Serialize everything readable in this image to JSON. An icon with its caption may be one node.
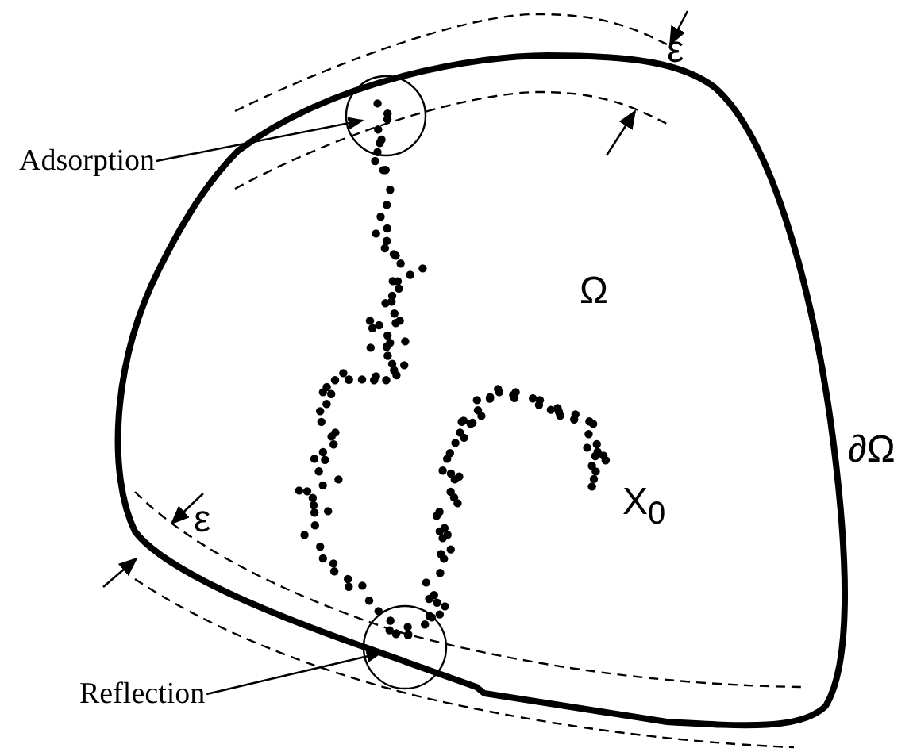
{
  "diagram": {
    "nodes": [
      {
        "text": [
          "Adsorption"
        ]
      },
      {
        "text": [],
        "shape": "circle"
      },
      {
        "text": [
          "Reflection"
        ]
      },
      {
        "text": [],
        "shape": "circle"
      }
    ],
    "edges": [
      {
        "from": 0,
        "to": 1,
        "arrow": "to"
      },
      {
        "from": 2,
        "to": 3,
        "arrow": "to"
      }
    ],
    "labels": [
      "ε",
      "Ω",
      "∂Ω",
      "X$_{0}$",
      "ε"
    ]
  }
}
